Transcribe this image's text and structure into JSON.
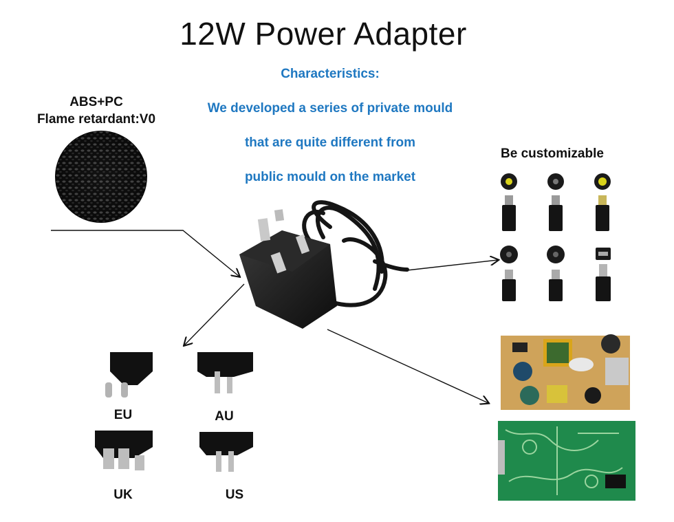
{
  "title": "12W Power Adapter",
  "characteristics": {
    "heading": "Characteristics:",
    "lines": [
      "We developed a series of private mould",
      "that are quite different from",
      "public mould on the market"
    ]
  },
  "material": {
    "line1": "ABS+PC",
    "line2": "Flame retardant:V0"
  },
  "customizable": {
    "label": "Be customizable"
  },
  "plugs": {
    "eu": "EU",
    "au": "AU",
    "uk": "UK",
    "us": "US"
  },
  "colors": {
    "heading_blue": "#1f78c1",
    "adapter_black": "#1a1a1a",
    "pcb_green": "#1f8a4c"
  }
}
